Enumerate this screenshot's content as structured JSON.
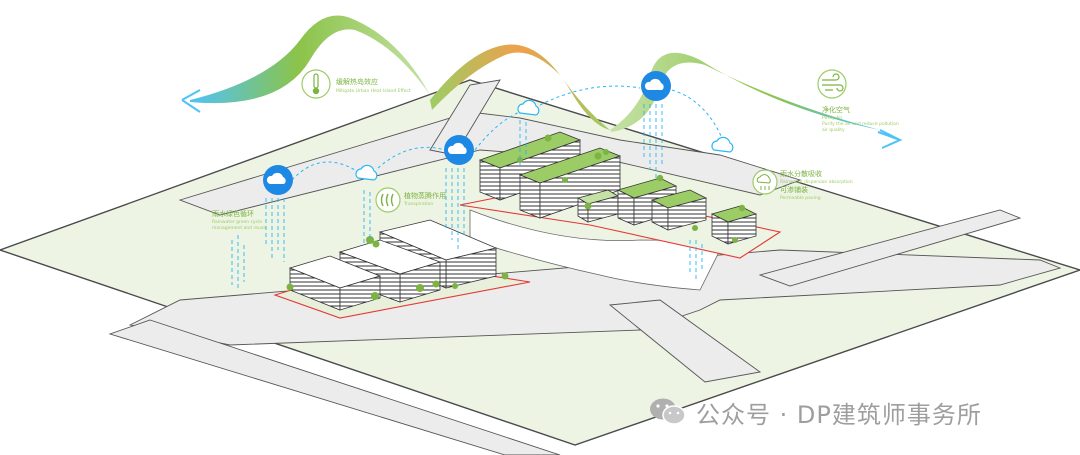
{
  "labels": {
    "heat_island": {
      "cn": "缓解热岛效应",
      "en": "Mitigate Urban Heat Island Effect"
    },
    "air": {
      "cn": "净化空气",
      "en1": "Purify Air",
      "en2": "Purify the air and reduce pollution",
      "en3": "air quality"
    },
    "rain_cycle": {
      "cn": "雨水绿色循环",
      "en": "Rainwater green cycle",
      "en2": "management and reuse"
    },
    "transpiration": {
      "cn": "植物蒸腾作用",
      "en": "Transpiration"
    },
    "rain_collect": {
      "cn": "雨水分散吸收",
      "en": "Rainwater dispersion absorption",
      "cn2": "可渗铺装",
      "en2": "Permeable paving"
    }
  },
  "watermark": {
    "text": "公众号 · DP建筑师事务所"
  },
  "colors": {
    "green": "#8bc34a",
    "blue": "#29b6f6",
    "orange": "#f0a04b",
    "red": "#e53935",
    "ground": "#eef4e4"
  }
}
